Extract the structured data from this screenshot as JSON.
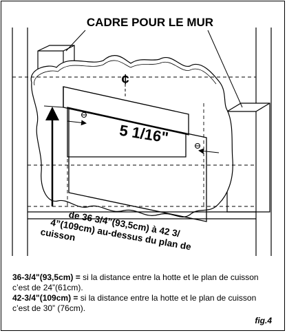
{
  "diagram": {
    "title": "CADRE POUR LE MUR",
    "centerline_symbol": "¢",
    "dimension_label": "5 1/16\"",
    "height_callout": "de 36 3/4”(93,5cm) à 42 3/ 4”(109cm) au-dessus du plan de cuisson"
  },
  "notes": [
    {
      "key": "36-3/4\"(93,5cm) =",
      "text": " si la distance entre la hotte et le plan de cuisson c’est de 24”(61cm)."
    },
    {
      "key": "42-3/4\"(109cm) =",
      "text": " si la distance entre la hotte et le plan de cuisson c’est de 30” (76cm)."
    }
  ],
  "figure_label": "fig.4",
  "colors": {
    "ink": "#000000",
    "background": "#ffffff"
  }
}
